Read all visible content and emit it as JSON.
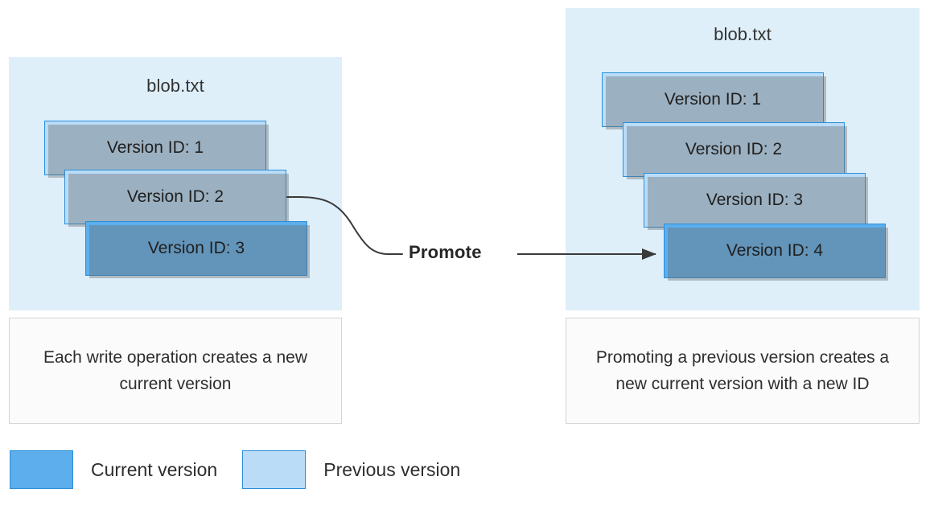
{
  "diagram": {
    "title_left": "blob.txt",
    "title_right": "blob.txt",
    "promote_label": "Promote",
    "left_panel": {
      "name": "blob.txt",
      "versions": [
        {
          "label": "Version ID: 1",
          "state": "previous"
        },
        {
          "label": "Version ID: 2",
          "state": "previous"
        },
        {
          "label": "Version ID: 3",
          "state": "current"
        }
      ],
      "caption": "Each write operation creates a new current version"
    },
    "right_panel": {
      "name": "blob.txt",
      "versions": [
        {
          "label": "Version ID: 1",
          "state": "previous"
        },
        {
          "label": "Version ID: 2",
          "state": "previous"
        },
        {
          "label": "Version ID: 3",
          "state": "previous"
        },
        {
          "label": "Version ID: 4",
          "state": "current"
        }
      ],
      "caption": "Promoting a previous version creates a new current version with a new ID"
    },
    "legend": [
      {
        "label": "Current version",
        "state": "current"
      },
      {
        "label": "Previous version",
        "state": "previous"
      }
    ],
    "colors": {
      "current_version": "#5caeec",
      "previous_version": "#badcf7",
      "panel_background": "#deeffa",
      "card_border": "#2a8ed9",
      "caption_background": "#fbfbfb",
      "caption_border": "#d4d4d4",
      "connector": "#3a3a3a",
      "text": "#2e2e2e"
    }
  }
}
